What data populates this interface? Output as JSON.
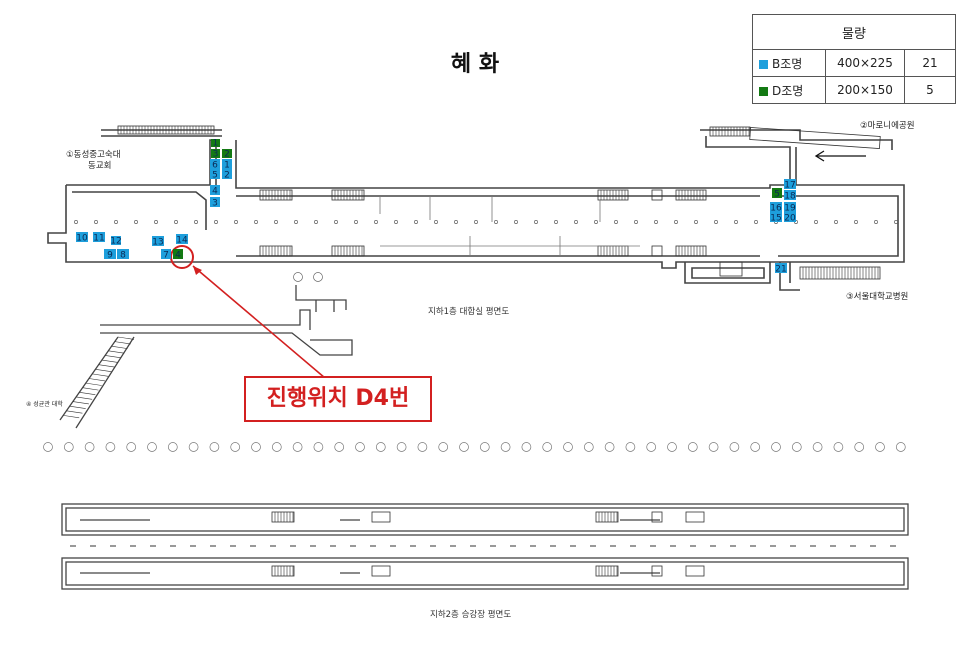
{
  "title": "혜 화",
  "legend": {
    "header": "물량",
    "rows": [
      {
        "name": "B조명",
        "size": "400×225",
        "count": "21",
        "color": "#1e9fdc"
      },
      {
        "name": "D조명",
        "size": "200×150",
        "count": "5",
        "color": "#137a13"
      }
    ]
  },
  "exits": {
    "e1a": "①동성중고숙대",
    "e1b": "동교회",
    "e2": "②마로니에공원",
    "e3": "③서울대학교병원",
    "e4": "④ 성균관 대학"
  },
  "position_callout": "진행위치 D4번",
  "captions": {
    "b1": "지하1층 대합실 평면도",
    "b2": "지하2층 승강장 평면도"
  },
  "colors": {
    "b": "#1e9fdc",
    "d": "#137a13",
    "callout": "#d32020"
  },
  "markers": [
    {
      "label": "1",
      "type": "D"
    },
    {
      "label": "2",
      "type": "D"
    },
    {
      "label": "3",
      "type": "D"
    },
    {
      "label": "6",
      "type": "B"
    },
    {
      "label": "1",
      "type": "B"
    },
    {
      "label": "5",
      "type": "B"
    },
    {
      "label": "2",
      "type": "B"
    },
    {
      "label": "4",
      "type": "B"
    },
    {
      "label": "3",
      "type": "B"
    },
    {
      "label": "10",
      "type": "B"
    },
    {
      "label": "11",
      "type": "B"
    },
    {
      "label": "12",
      "type": "B"
    },
    {
      "label": "13",
      "type": "B"
    },
    {
      "label": "14",
      "type": "B"
    },
    {
      "label": "9",
      "type": "B"
    },
    {
      "label": "8",
      "type": "B"
    },
    {
      "label": "7",
      "type": "B"
    },
    {
      "label": "4",
      "type": "D"
    },
    {
      "label": "5",
      "type": "D"
    },
    {
      "label": "17",
      "type": "B"
    },
    {
      "label": "18",
      "type": "B"
    },
    {
      "label": "16",
      "type": "B"
    },
    {
      "label": "19",
      "type": "B"
    },
    {
      "label": "15",
      "type": "B"
    },
    {
      "label": "20",
      "type": "B"
    },
    {
      "label": "21",
      "type": "B"
    }
  ]
}
